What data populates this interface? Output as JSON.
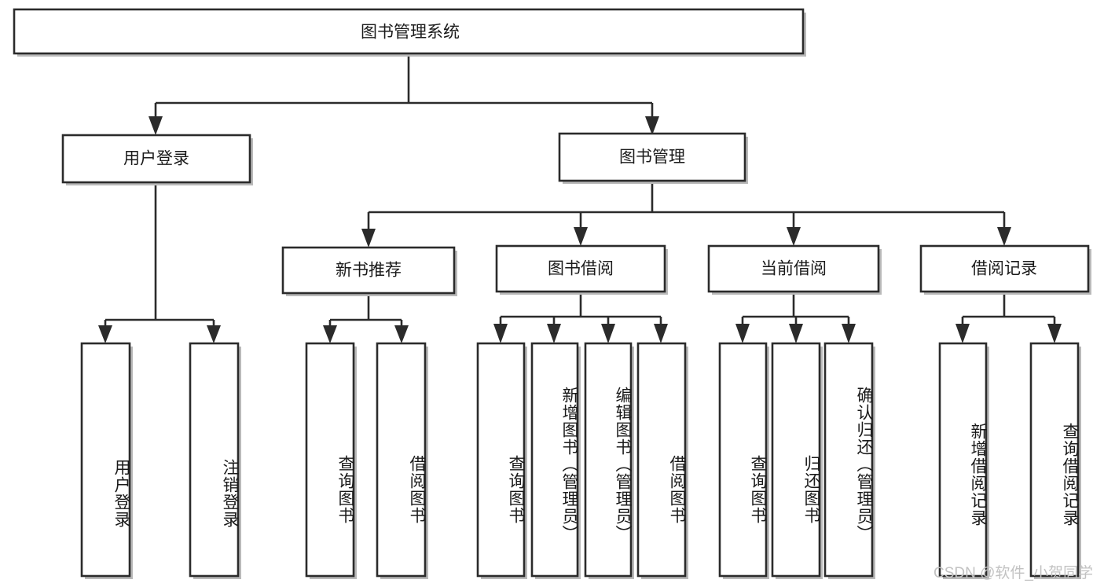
{
  "diagram": {
    "title": "图书管理系统",
    "type": "tree-hierarchy",
    "root": {
      "label": "图书管理系统"
    },
    "level1": [
      {
        "label": "用户登录"
      },
      {
        "label": "图书管理"
      }
    ],
    "level2": [
      {
        "label": "新书推荐"
      },
      {
        "label": "图书借阅"
      },
      {
        "label": "当前借阅"
      },
      {
        "label": "借阅记录"
      }
    ],
    "leaves": {
      "user_login": [
        {
          "label": "用户登录"
        },
        {
          "label": "注销登录"
        }
      ],
      "new_book_recommend": [
        {
          "label": "查询图书"
        },
        {
          "label": "借阅图书"
        }
      ],
      "book_borrow": [
        {
          "label": "查询图书"
        },
        {
          "label": "新增图书（管理员）"
        },
        {
          "label": "编辑图书（管理员）"
        },
        {
          "label": "借阅图书"
        }
      ],
      "current_borrow": [
        {
          "label": "查询图书"
        },
        {
          "label": "归还图书"
        },
        {
          "label": "确认归还（管理员）"
        }
      ],
      "borrow_record": [
        {
          "label": "新增借阅记录"
        },
        {
          "label": "查询借阅记录"
        }
      ]
    }
  },
  "watermark": {
    "text": "CSDN @软件_小贺同学"
  },
  "colors": {
    "stroke": "#2b2b2b",
    "box_fill": "#ffffff",
    "text": "#1a1a1a",
    "watermark": "#c2c2c2",
    "background": "#ffffff"
  }
}
